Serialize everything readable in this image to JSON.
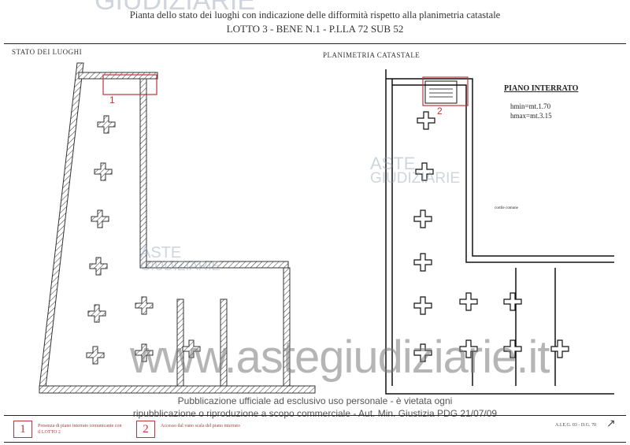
{
  "header": {
    "logo_watermark": "GIUDIZIARIE",
    "title": "Pianta dello stato dei luoghi con indicazione delle difformità rispetto alla planimetria catastale",
    "subtitle": "LOTTO 3 - BENE N.1 - P.LLA 72 SUB 52"
  },
  "left_panel": {
    "label": "STATO DEI LUOGHI",
    "marker": "1"
  },
  "right_panel": {
    "label": "PLANIMETRIA CATASTALE",
    "marker": "2",
    "floor_title": "PIANO INTERRATO",
    "hmin": "hmin=mt.1.70",
    "hmax": "hmax=mt.3.15",
    "room_label": "cortile comune"
  },
  "watermark": {
    "logo_top": "ASTE",
    "logo_bottom": "GIUDIZIARIE",
    "site": "www.astegiudiziarie.it",
    "disclaimer_line1": "Pubblicazione ufficiale ad esclusivo uso personale - è vietata ogni",
    "disclaimer_line2": "ripubblicazione o riproduzione a scopo commerciale - Aut. Min. Giustizia PDG 21/07/09"
  },
  "legend": [
    {
      "number": "1",
      "text": "Presenza di piano interrato comunicante con il LOTTO 2"
    },
    {
      "number": "2",
      "text": "Accesso dal vano scala del piano interrato"
    }
  ],
  "footer": {
    "reference": "A.I.E.G. 03 - D.G. 70"
  },
  "colors": {
    "accent_red": "#c0333a",
    "line": "#222222"
  }
}
